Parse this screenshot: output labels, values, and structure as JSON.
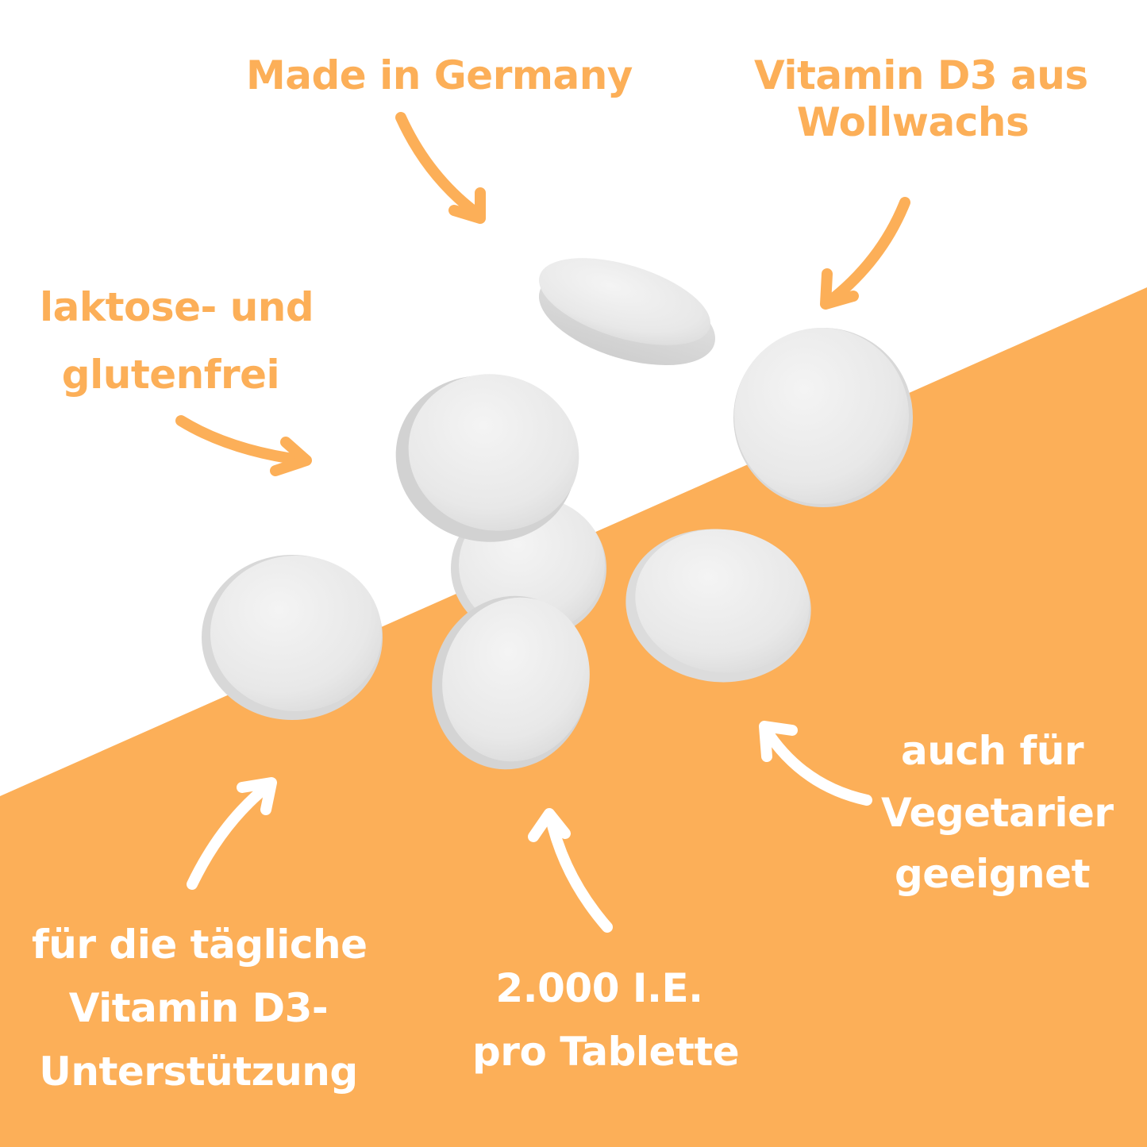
{
  "colors": {
    "background_top": "#FFFFFF",
    "background_band": "#FCAF58",
    "accent_text": "#FCAF58",
    "inverse_text": "#FFFFFF",
    "tablet": "#EDEDED",
    "tablet_edge": "#D6D6D6"
  },
  "callouts": {
    "made_in_germany": {
      "lines": [
        "Made in Germany"
      ]
    },
    "vitamin_source": {
      "lines": [
        "Vitamin D3 aus",
        "Wollwachs"
      ]
    },
    "lactose_gluten": {
      "lines": [
        "laktose- und",
        "glutenfrei"
      ]
    },
    "vegetarian": {
      "lines": [
        "auch für",
        "Vegetarier",
        "geeignet"
      ]
    },
    "daily_support": {
      "lines": [
        "für die tägliche",
        "Vitamin D3-",
        "Unterstützung"
      ]
    },
    "dosage": {
      "lines": [
        "2.000 I.E.",
        "pro Tablette"
      ]
    }
  },
  "illustration": {
    "tablet_count": 7,
    "arrow_count": 6
  }
}
